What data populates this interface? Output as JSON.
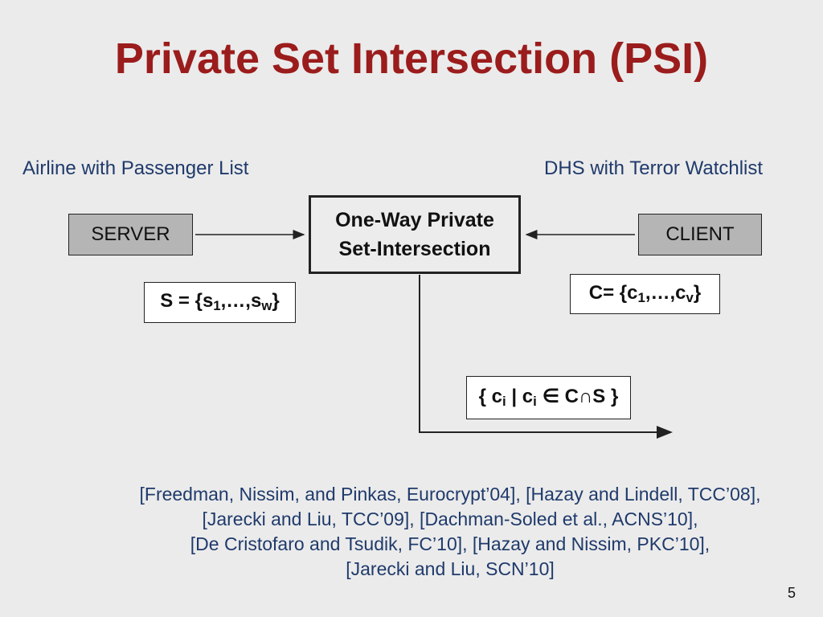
{
  "slide": {
    "title": "Private Set Intersection (PSI)",
    "page_number": "5"
  },
  "parties": {
    "server_desc": "Airline with Passenger List",
    "client_desc": "DHS with Terror Watchlist",
    "server_label": "SERVER",
    "client_label": "CLIENT"
  },
  "protocol": {
    "line1": "One-Way Private",
    "line2": "Set-Intersection"
  },
  "server_set": {
    "prefix": "S = {s",
    "sub1": "1",
    "middle": ",…,s",
    "sub2": "w",
    "suffix": "}"
  },
  "client_set": {
    "prefix": "C= {c",
    "sub1": "1",
    "middle": ",…,c",
    "sub2": "v",
    "suffix": "}"
  },
  "output": {
    "open": "{ c",
    "sub_a": "i",
    "bar": " | c",
    "sub_b": "i",
    "rest": " ∈ C∩S }"
  },
  "references": [
    "[Freedman, Nissim, and Pinkas, Eurocrypt’04], [Hazay and Lindell, TCC’08],",
    "[Jarecki and Liu, TCC’09], [Dachman-Soled et al., ACNS’10],",
    "[De Cristofaro and Tsudik, FC’10], [Hazay and Nissim, PKC’10],",
    "[Jarecki and Liu, SCN’10]"
  ]
}
